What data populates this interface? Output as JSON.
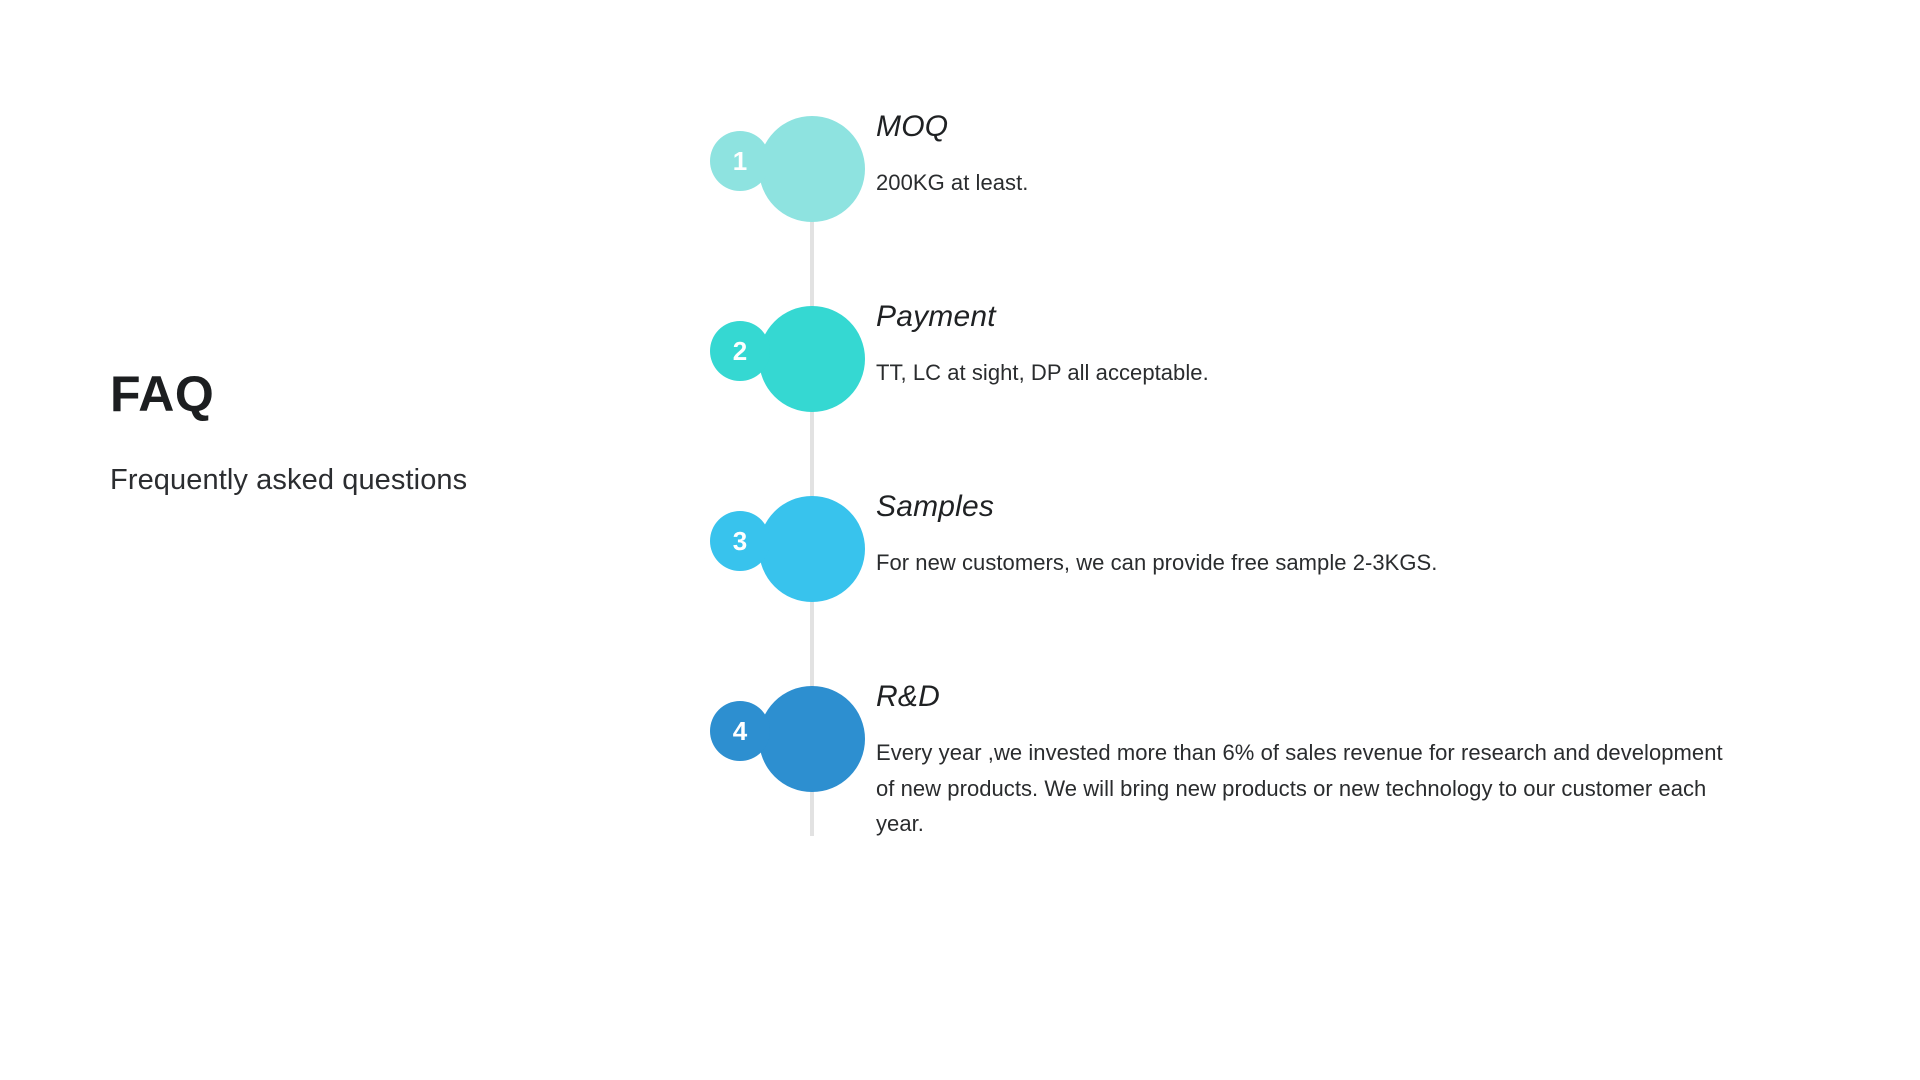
{
  "heading": {
    "title": "FAQ",
    "subtitle": "Frequently asked questions"
  },
  "timeline": {
    "connector_color": "#e2e2e2",
    "items": [
      {
        "number": "1",
        "title": "MOQ",
        "description": "200KG at least.",
        "color": "#8ee3e0"
      },
      {
        "number": "2",
        "title": "Payment",
        "description": "TT, LC at sight, DP all acceptable.",
        "color": "#35d8d2"
      },
      {
        "number": "3",
        "title": "Samples",
        "description": "For new customers, we can provide free sample 2-3KGS.",
        "color": "#38c3ed"
      },
      {
        "number": "4",
        "title": "R&D",
        "description": "Every year ,we invested more than 6% of sales revenue for research and development of new products. We will bring new products or new technology to our customer each year.",
        "color": "#2d8fd0"
      }
    ]
  }
}
